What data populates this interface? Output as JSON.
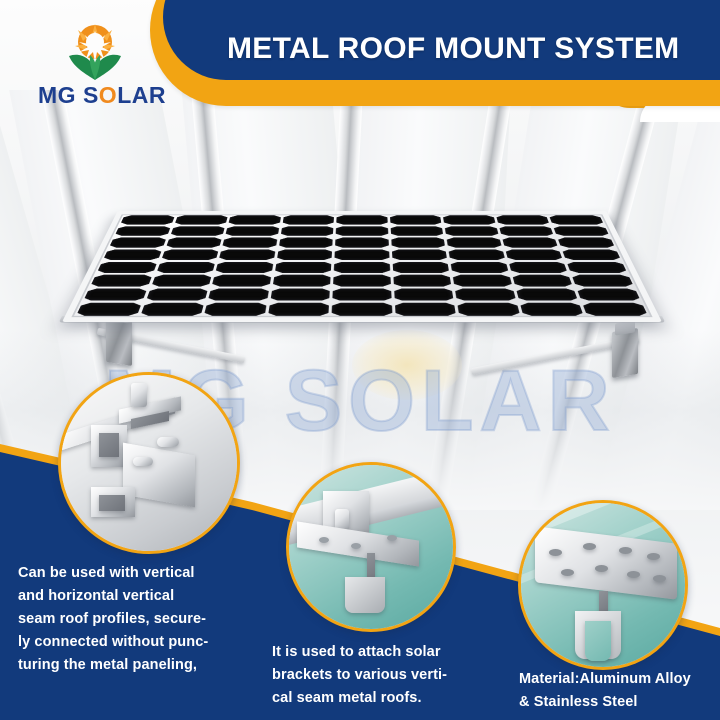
{
  "brand": {
    "name_prefix": "MG S",
    "name_o": "O",
    "name_suffix": "LAR",
    "full_name": "MG SOLAR",
    "logo_icon": "sun-with-leaves-icon",
    "text_color": "#1d3f8f",
    "accent_color": "#f08a1e"
  },
  "header": {
    "title": "METAL ROOF MOUNT SYSTEM",
    "band_color": "#123a7c",
    "outline_color": "#f2a413",
    "title_color": "#ffffff"
  },
  "hero": {
    "watermark": "MG SOLAR",
    "alt": "solar-panel-on-standing-seam-metal-roof",
    "panel": {
      "cell_columns": 9,
      "cell_rows": 8,
      "cell_color": "#090909",
      "frame_color": "#f2f3f5"
    },
    "roof_color": "#e9ebee"
  },
  "details": [
    {
      "id": "detail-clamp-profile",
      "icon": "aluminium-clamp-photo",
      "caption": [
        "Can be used with vertical",
        "and horizontal vertical",
        "seam roof profiles, secure-",
        "ly connected without punc-",
        "turing the metal paneling,"
      ]
    },
    {
      "id": "detail-bracket-on-seam",
      "icon": "solar-bracket-photo",
      "caption": [
        "It is used to attach solar",
        "brackets to various verti-",
        "cal seam metal roofs."
      ]
    },
    {
      "id": "detail-mounting-plate",
      "icon": "mounting-plate-photo",
      "caption": [
        "Material:Aluminum Alloy",
        "& Stainless Steel"
      ]
    }
  ],
  "palette": {
    "navy": "#123a7c",
    "gold": "#f2a413",
    "white": "#ffffff",
    "teal": "#74b9b1"
  }
}
